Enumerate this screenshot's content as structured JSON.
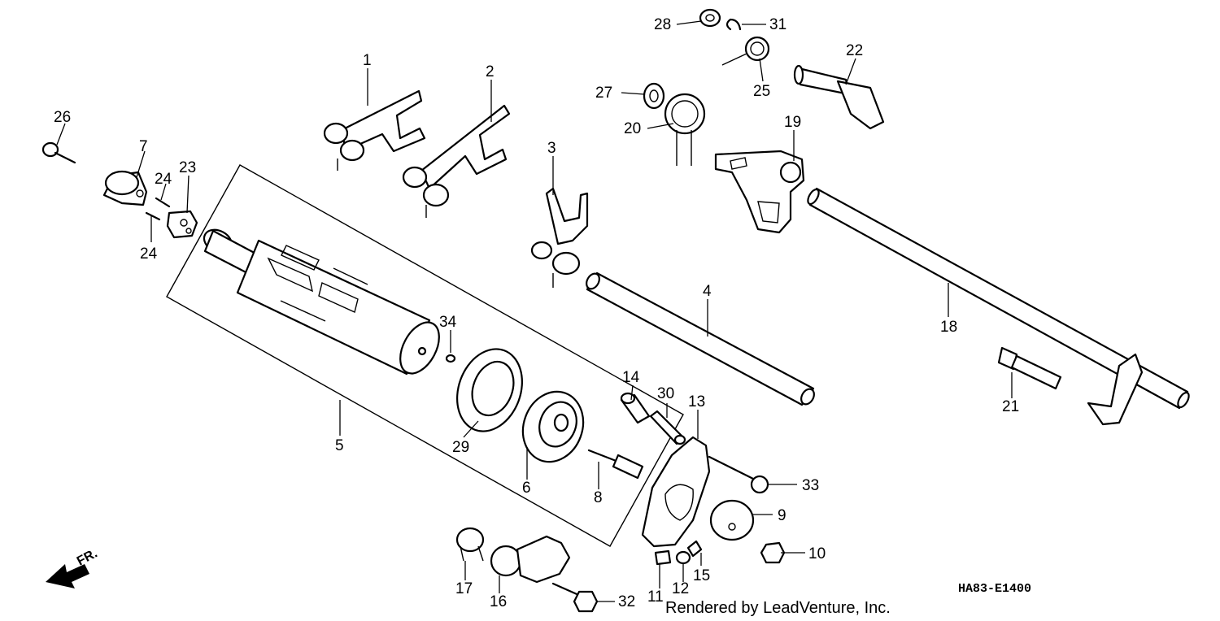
{
  "diagram_code": "HA83-E1400",
  "credit": "Rendered by LeadVenture, Inc.",
  "front_indicator": "FR.",
  "callouts": [
    "1",
    "2",
    "3",
    "4",
    "5",
    "6",
    "7",
    "8",
    "9",
    "10",
    "11",
    "12",
    "13",
    "14",
    "15",
    "16",
    "17",
    "18",
    "19",
    "20",
    "21",
    "22",
    "23",
    "24",
    "24",
    "25",
    "26",
    "27",
    "28",
    "29",
    "30",
    "31",
    "32",
    "33",
    "34"
  ]
}
